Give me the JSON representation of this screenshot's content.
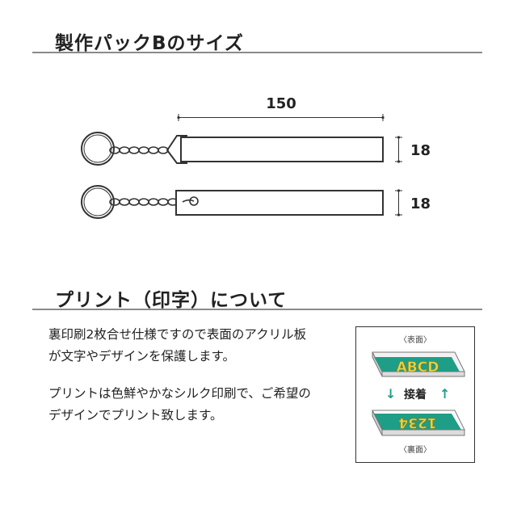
{
  "section1": {
    "title": "製作パックBのサイズ"
  },
  "diagram": {
    "width_label": "150",
    "height_label_1": "18",
    "height_label_2": "18"
  },
  "section2": {
    "title": "プリント（印字）について"
  },
  "paragraphs": {
    "p1_line1": "裏印刷2枚合せ仕様ですので表面のアクリル板",
    "p1_line2": "が文字やデザインを保護します。",
    "p2_line1": "プリントは色鮮やかなシルク印刷で、ご希望の",
    "p2_line2": "デザインでプリント致します。"
  },
  "panel": {
    "front_label": "〈表面〉",
    "back_label": "〈裏面〉",
    "bond_label": "接着",
    "arrow_down": "↓",
    "arrow_up": "↑",
    "front_print": "ABCD",
    "back_print": "1234"
  },
  "colors": {
    "accent_green": "#1e9e86",
    "print_yellow": "#e8d44a",
    "rule_gray": "#8a8a8a"
  }
}
